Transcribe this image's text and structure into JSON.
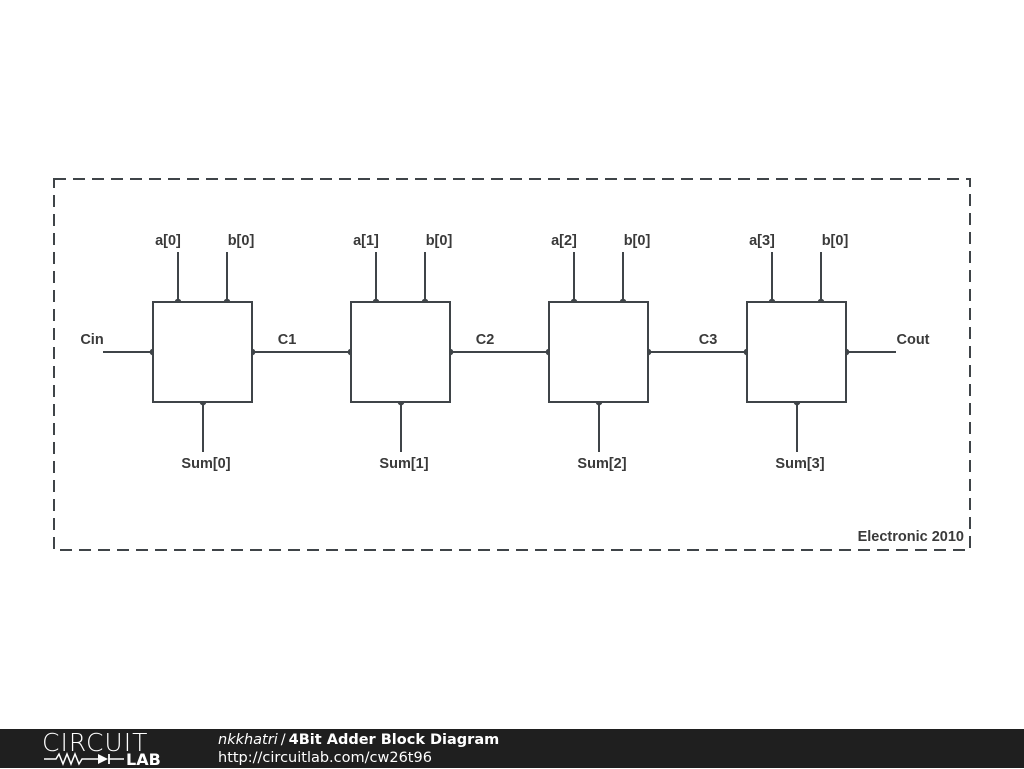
{
  "diagram": {
    "adders": [
      {
        "a_label": "a[0]",
        "b_label": "b[0]",
        "sum_label": "Sum[0]"
      },
      {
        "a_label": "a[1]",
        "b_label": "b[0]",
        "sum_label": "Sum[1]"
      },
      {
        "a_label": "a[2]",
        "b_label": "b[0]",
        "sum_label": "Sum[2]"
      },
      {
        "a_label": "a[3]",
        "b_label": "b[0]",
        "sum_label": "Sum[3]"
      }
    ],
    "carry_in": "Cin",
    "carries": [
      "C1",
      "C2",
      "C3"
    ],
    "carry_out": "Cout",
    "caption": "Electronic 2010"
  },
  "footer": {
    "logo_top": "CIRCUIT",
    "logo_bottom": "LAB",
    "user": "nkkhatri",
    "separator": "/",
    "title": "4Bit Adder Block Diagram",
    "url": "http://circuitlab.com/cw26t96"
  }
}
